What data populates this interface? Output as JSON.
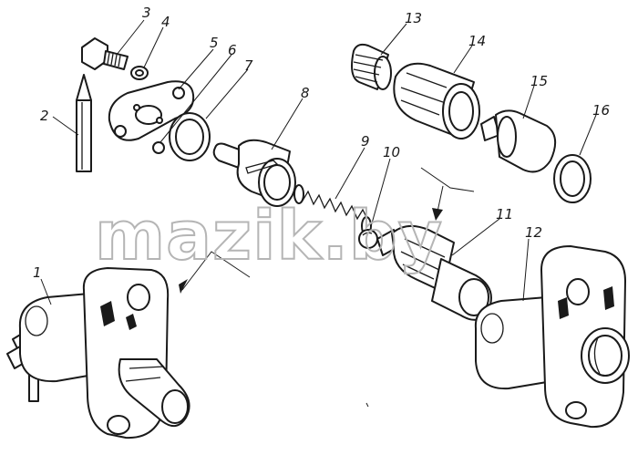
{
  "watermark": "mazik.by",
  "callouts": [
    {
      "id": "1",
      "label": "1"
    },
    {
      "id": "2",
      "label": "2"
    },
    {
      "id": "3",
      "label": "3"
    },
    {
      "id": "4",
      "label": "4"
    },
    {
      "id": "5",
      "label": "5"
    },
    {
      "id": "6",
      "label": "6"
    },
    {
      "id": "7",
      "label": "7"
    },
    {
      "id": "8",
      "label": "8"
    },
    {
      "id": "9",
      "label": "9"
    },
    {
      "id": "10",
      "label": "10"
    },
    {
      "id": "11",
      "label": "11"
    },
    {
      "id": "12",
      "label": "12"
    },
    {
      "id": "13",
      "label": "13"
    },
    {
      "id": "14",
      "label": "14"
    },
    {
      "id": "15",
      "label": "15"
    },
    {
      "id": "16",
      "label": "16"
    }
  ],
  "colors": {
    "ink": "#1a1a1a",
    "background": "#ffffff",
    "watermark": "#b5b5b5"
  }
}
